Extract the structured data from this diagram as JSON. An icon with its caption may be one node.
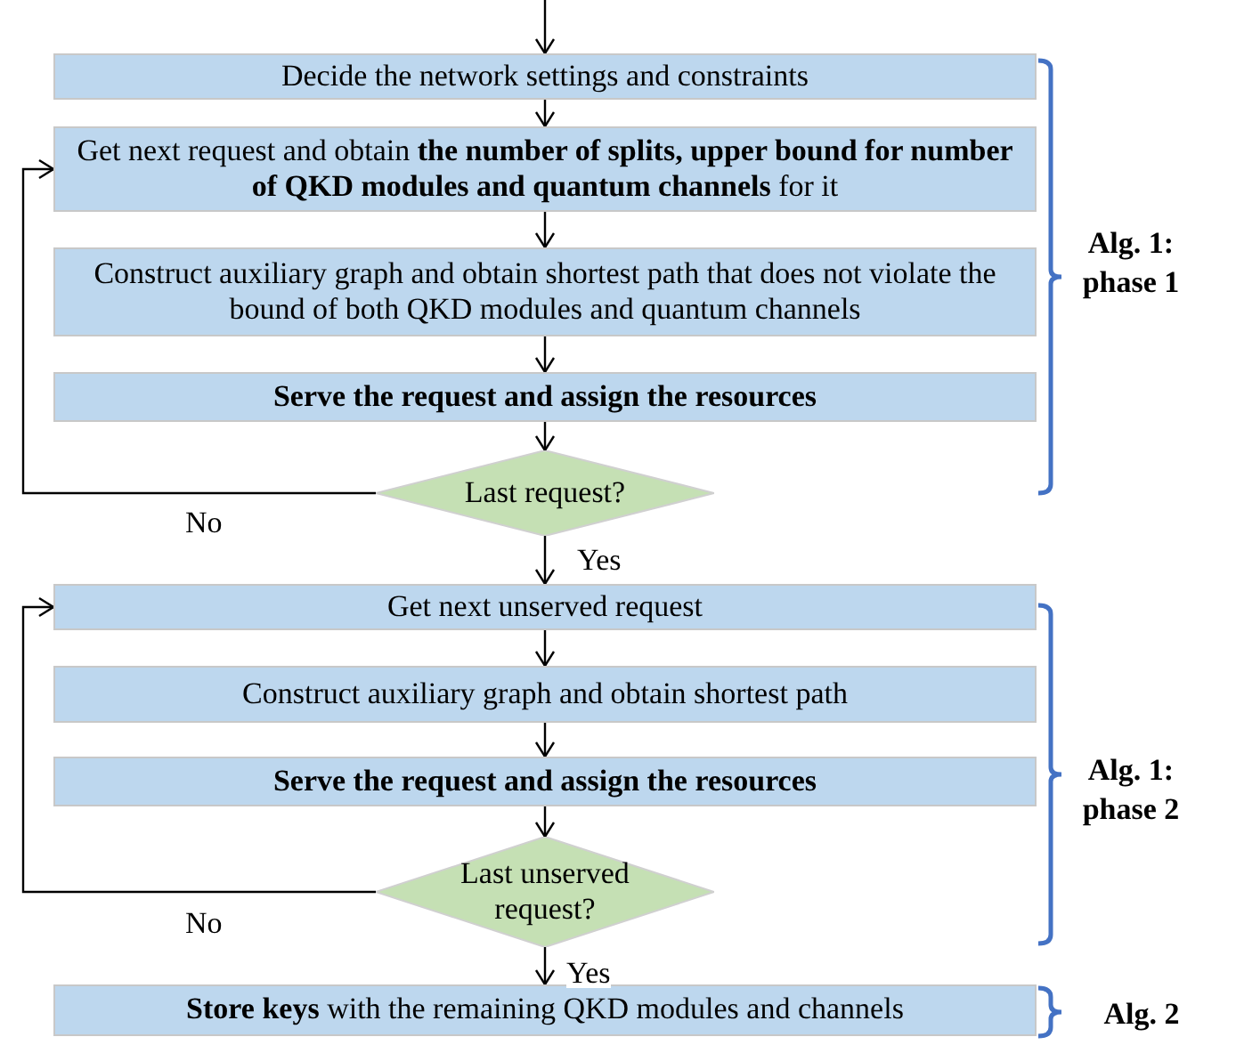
{
  "diagram": {
    "nodes": [
      {
        "text": [
          "Decide the network settings and constraints"
        ]
      },
      {
        "text": [
          "Get next request and obtain **the number of splits, upper bound for number of QKD modules and quantum channels** for it"
        ]
      },
      {
        "text": [
          "Construct auxiliary graph and obtain shortest path that does not violate the bound of both QKD modules and quantum channels"
        ]
      },
      {
        "text": [
          "Serve the request and assign the resources"
        ]
      },
      {
        "text": [
          "Last request?"
        ]
      },
      {
        "text": [
          "Get next unserved request"
        ]
      },
      {
        "text": [
          "Construct auxiliary graph and obtain shortest path"
        ]
      },
      {
        "text": [
          "Serve the request and assign the resources"
        ]
      },
      {
        "text": [
          "Last unserved request?"
        ]
      },
      {
        "text": [
          "**Store keys** with the remaining QKD modules and channels"
        ]
      }
    ],
    "edges": [
      {
        "from": null,
        "to": 0,
        "arrow": "to"
      },
      {
        "from": 0,
        "to": 1,
        "arrow": "to"
      },
      {
        "from": 1,
        "to": 2,
        "arrow": "to"
      },
      {
        "from": 2,
        "to": 3,
        "arrow": "to"
      },
      {
        "from": 3,
        "to": 4,
        "arrow": "to"
      },
      {
        "from": 4,
        "to": 1,
        "arrow": "to",
        "label": "No"
      },
      {
        "from": 4,
        "to": 5,
        "arrow": "to",
        "label": "Yes"
      },
      {
        "from": 5,
        "to": 6,
        "arrow": "to"
      },
      {
        "from": 6,
        "to": 7,
        "arrow": "to"
      },
      {
        "from": 7,
        "to": 8,
        "arrow": "to"
      },
      {
        "from": 8,
        "to": 5,
        "arrow": "to",
        "label": "No"
      },
      {
        "from": 8,
        "to": 9,
        "arrow": "to",
        "label": "Yes"
      }
    ],
    "labels": [
      "Alg. 1: phase 1",
      "Alg. 1: phase 2",
      "Alg. 2"
    ]
  }
}
